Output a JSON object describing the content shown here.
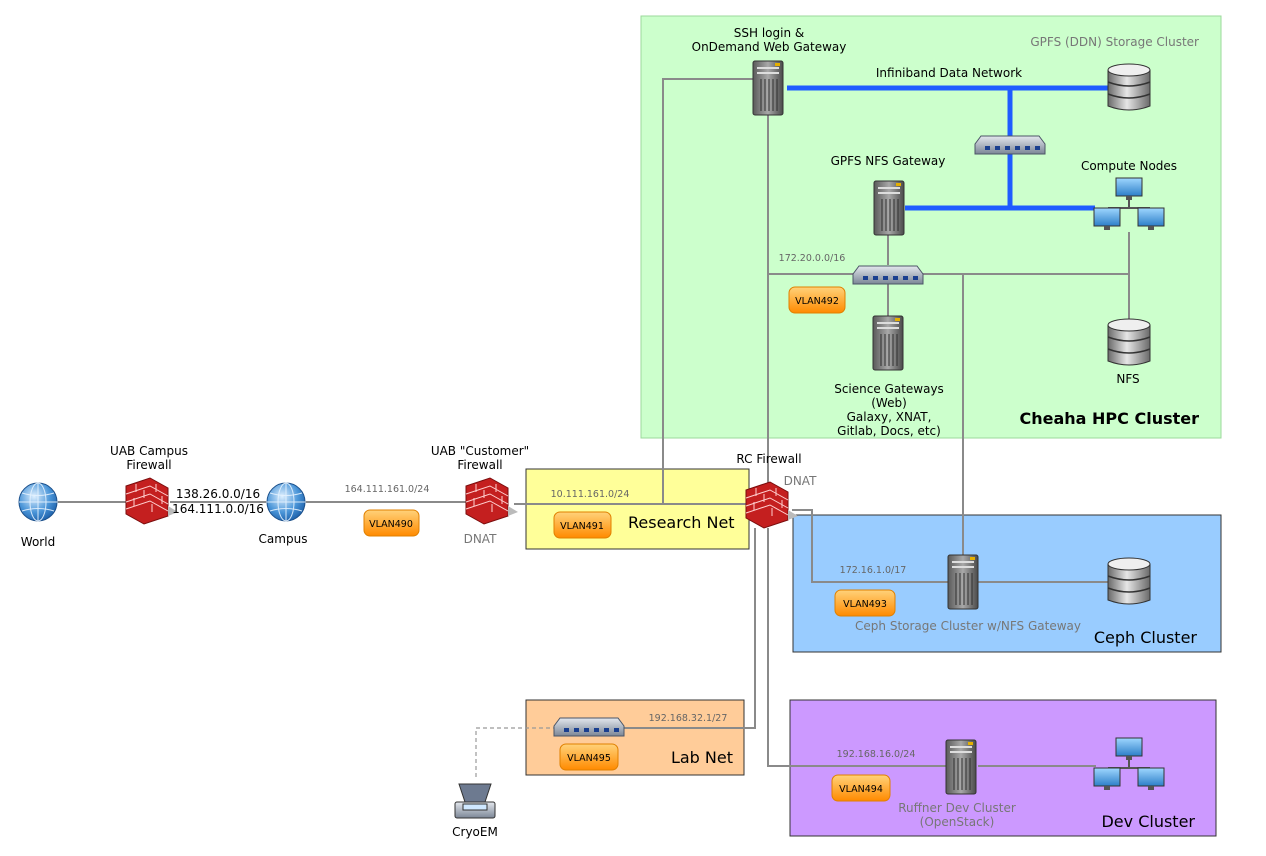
{
  "zones": {
    "cheaha": {
      "title": "Cheaha HPC Cluster",
      "storage_label": "GPFS (DDN) Storage Cluster",
      "color": "#ccffcc"
    },
    "research": {
      "title": "Research Net",
      "color": "#ffff99"
    },
    "ceph": {
      "title": "Ceph Cluster",
      "color": "#99ccff"
    },
    "lab": {
      "title": "Lab Net",
      "color": "#ffcc99"
    },
    "dev": {
      "title": "Dev Cluster",
      "color": "#cc99ff"
    }
  },
  "nodes": {
    "world": "World",
    "campus": "Campus",
    "uab_campus_fw": [
      "UAB Campus",
      "Firewall"
    ],
    "uab_customer_fw": [
      "UAB \"Customer\"",
      "Firewall"
    ],
    "rc_fw": "RC Firewall",
    "ssh_gateway": [
      "SSH login &",
      "OnDemand Web Gateway"
    ],
    "gpfs_nfs_gw": "GPFS NFS Gateway",
    "compute_nodes": "Compute Nodes",
    "nfs": "NFS",
    "science_gw": [
      "Science Gateways",
      "(Web)",
      "Galaxy, XNAT,",
      "Gitlab, Docs, etc)"
    ],
    "ceph_storage": "Ceph Storage Cluster w/NFS Gateway",
    "ruffner": [
      "Ruffner Dev Cluster",
      "(OpenStack)"
    ],
    "cryoem": "CryoEM"
  },
  "links": {
    "infiniband": "Infiniband Data Network",
    "campus_subnets": [
      "138.26.0.0/16",
      "164.111.0.0/16"
    ],
    "customer_subnet": "164.111.161.0/24",
    "research_subnet": "10.111.161.0/24",
    "cheaha_subnet": "172.20.0.0/16",
    "ceph_subnet": "172.16.1.0/17",
    "lab_subnet": "192.168.32.1/27",
    "dev_subnet": "192.168.16.0/24",
    "dnat_left": "DNAT",
    "dnat_right": "DNAT"
  },
  "vlans": {
    "v490": "VLAN490",
    "v491": "VLAN491",
    "v492": "VLAN492",
    "v493": "VLAN493",
    "v494": "VLAN494",
    "v495": "VLAN495"
  },
  "icons": {
    "globe": "globe-icon",
    "firewall": "brick-firewall-icon",
    "server": "server-tower-icon",
    "database": "database-icon",
    "switch": "network-switch-icon",
    "monitor": "monitor-icon",
    "scanner": "microscope-scanner-icon"
  },
  "colors": {
    "infiniband": "#1f5cff",
    "wire": "#8a8a8a",
    "vlan_badge": "#ff9900"
  }
}
